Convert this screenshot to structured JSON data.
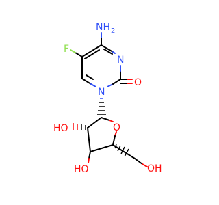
{
  "molecule": {
    "atoms": {
      "amine": {
        "label": "NH",
        "subscript": "2",
        "color": "#3050F8"
      },
      "ring_n_top": {
        "label": "N",
        "color": "#3050F8"
      },
      "ring_n_glyco": {
        "label": "N",
        "color": "#3050F8"
      },
      "fluorine": {
        "label": "F",
        "color": "#90E050"
      },
      "carbonyl_o": {
        "label": "O",
        "color": "#FF0D0D"
      },
      "ring_o": {
        "label": "O",
        "color": "#FF0D0D"
      },
      "ho_2prime": {
        "label": "HO",
        "color": "#FF0D0D"
      },
      "ho_3prime": {
        "label": "HO",
        "color": "#FF0D0D"
      },
      "oh_5prime": {
        "label": "OH",
        "color": "#FF0D0D"
      }
    },
    "colors": {
      "carbon_bond": "#000000",
      "nitrogen": "#3050F8",
      "oxygen": "#FF0D0D",
      "fluorine": "#90E050",
      "background": "#FFFFFF"
    }
  }
}
